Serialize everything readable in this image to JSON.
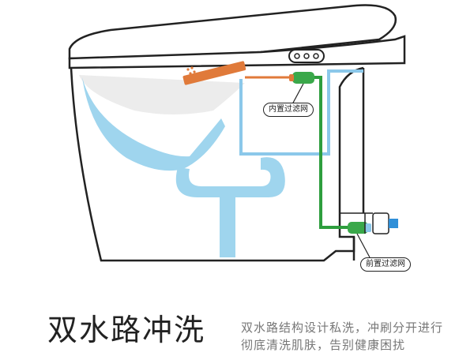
{
  "labels": {
    "inner_filter": "内置过滤网",
    "front_filter": "前置过滤网"
  },
  "caption": {
    "title": "双水路冲洗",
    "line1": "双水路结构设计私洗，冲刷分开进行",
    "line2": "彻底清洗肌肤，告别健康困扰"
  },
  "colors": {
    "outline": "#222222",
    "water": "#9fd5ee",
    "clean_pipe": "#2e9e3e",
    "flush_pipe": "#8bc8ea",
    "nozzle": "#e07a3a",
    "filter": "#3aa84a"
  }
}
